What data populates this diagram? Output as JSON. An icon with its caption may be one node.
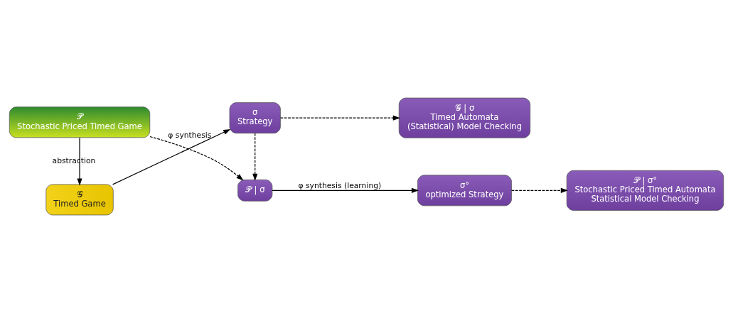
{
  "diagram": {
    "nodes": [
      {
        "text": [
          "𝒢",
          "Timed Game"
        ]
      },
      {
        "text": [
          "𝒫",
          "Stochastic Priced Timed Game"
        ]
      },
      {
        "text": [
          "σ",
          "Strategy"
        ]
      },
      {
        "text": [
          "𝒢 | σ",
          "Timed Automata",
          "(Statistical) Model Checking"
        ]
      },
      {
        "text": [
          "𝒫 | σ"
        ]
      },
      {
        "text": [
          "σ°",
          "optimized Strategy"
        ]
      },
      {
        "text": [
          "𝒫 | σ°",
          "Stochastic Priced Timed Automata",
          "Statistical Model Checking"
        ]
      }
    ],
    "edges": [
      {
        "from": 1,
        "to": 0,
        "arrow": "to",
        "label": "abstraction"
      },
      {
        "from": 0,
        "to": 2,
        "arrow": "to",
        "label": "φ synthesis"
      },
      {
        "from": 2,
        "to": 3,
        "arrow": "to",
        "style": "dashed"
      },
      {
        "from": 2,
        "to": 4,
        "arrow": "to",
        "style": "dashed"
      },
      {
        "from": 1,
        "to": 4,
        "arrow": "to",
        "style": "dashed"
      },
      {
        "from": 4,
        "to": 5,
        "arrow": "to",
        "label": "φ synthesis (learning)"
      },
      {
        "from": 5,
        "to": 6,
        "arrow": "to",
        "style": "dashed"
      }
    ]
  }
}
